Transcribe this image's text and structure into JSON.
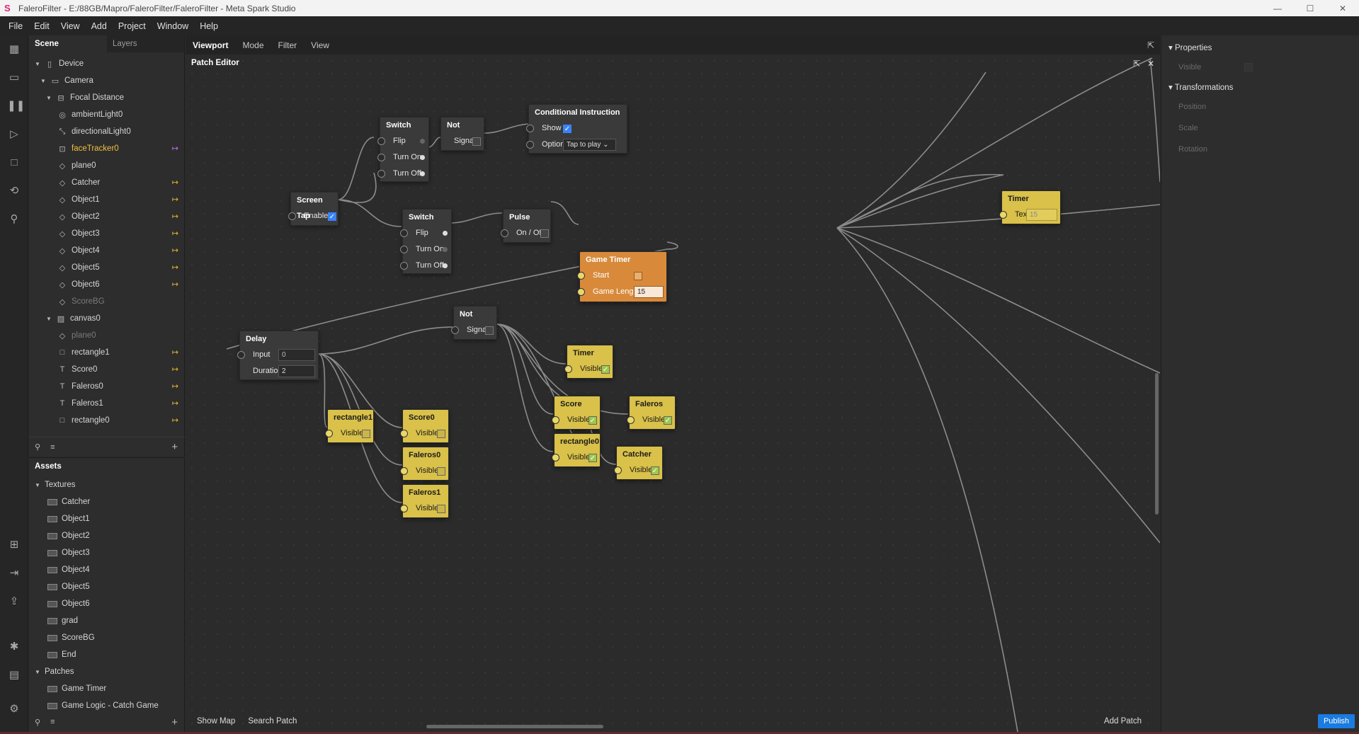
{
  "window": {
    "title": "FaleroFilter - E:/88GB/Mapro/FaleroFilter/FaleroFilter - Meta Spark Studio",
    "minimize": "—",
    "maximize": "☐",
    "close": "✕"
  },
  "menu": [
    "File",
    "Edit",
    "View",
    "Add",
    "Project",
    "Window",
    "Help"
  ],
  "scene": {
    "tab_scene": "Scene",
    "tab_layers": "Layers",
    "tree": [
      {
        "label": "Device",
        "level": 0,
        "expanded": true,
        "icon": "device"
      },
      {
        "label": "Camera",
        "level": 1,
        "expanded": true,
        "icon": "camera"
      },
      {
        "label": "Focal Distance",
        "level": 2,
        "expanded": true,
        "icon": "focal"
      },
      {
        "label": "ambientLight0",
        "level": 3,
        "icon": "light"
      },
      {
        "label": "directionalLight0",
        "level": 3,
        "icon": "dirlight"
      },
      {
        "label": "faceTracker0",
        "level": 3,
        "icon": "face",
        "highlight": true,
        "link": "purple"
      },
      {
        "label": "plane0",
        "level": 3,
        "icon": "plane"
      },
      {
        "label": "Catcher",
        "level": 3,
        "icon": "plane",
        "link": "yellow"
      },
      {
        "label": "Object1",
        "level": 3,
        "icon": "plane",
        "link": "yellow"
      },
      {
        "label": "Object2",
        "level": 3,
        "icon": "plane",
        "link": "yellow"
      },
      {
        "label": "Object3",
        "level": 3,
        "icon": "plane",
        "link": "yellow"
      },
      {
        "label": "Object4",
        "level": 3,
        "icon": "plane",
        "link": "yellow"
      },
      {
        "label": "Object5",
        "level": 3,
        "icon": "plane",
        "link": "yellow"
      },
      {
        "label": "Object6",
        "level": 3,
        "icon": "plane",
        "link": "yellow"
      },
      {
        "label": "ScoreBG",
        "level": 3,
        "icon": "plane",
        "dim": true
      },
      {
        "label": "canvas0",
        "level": 2,
        "expanded": true,
        "icon": "canvas"
      },
      {
        "label": "plane0",
        "level": 3,
        "icon": "plane",
        "dim": true
      },
      {
        "label": "rectangle1",
        "level": 3,
        "icon": "rect",
        "link": "yellow"
      },
      {
        "label": "Score0",
        "level": 3,
        "icon": "text",
        "link": "yellow"
      },
      {
        "label": "Faleros0",
        "level": 3,
        "icon": "text",
        "link": "yellow"
      },
      {
        "label": "Faleros1",
        "level": 3,
        "icon": "text",
        "link": "yellow"
      },
      {
        "label": "rectangle0",
        "level": 3,
        "icon": "rect",
        "link": "yellow"
      }
    ]
  },
  "assets": {
    "title": "Assets",
    "textures_label": "Textures",
    "textures": [
      "Catcher",
      "Object1",
      "Object2",
      "Object3",
      "Object4",
      "Object5",
      "Object6",
      "grad",
      "ScoreBG",
      "End"
    ],
    "patches_label": "Patches",
    "patches": [
      "Game Timer",
      "Game Logic - Catch Game"
    ]
  },
  "viewport": {
    "tabs": [
      "Viewport",
      "Mode",
      "Filter",
      "View"
    ]
  },
  "patch_editor": {
    "title": "Patch Editor",
    "show_map": "Show Map",
    "search_patch": "Search Patch",
    "add_patch": "Add Patch",
    "nodes": {
      "switch1": {
        "title": "Switch",
        "rows": [
          "Flip",
          "Turn On",
          "Turn Off"
        ]
      },
      "not1": {
        "title": "Not",
        "rows": [
          "Signal"
        ]
      },
      "cond": {
        "title": "Conditional Instruction",
        "rows": [
          "Show",
          "Option"
        ],
        "option_value": "Tap to play"
      },
      "screentap": {
        "title": "Screen Tap",
        "rows": [
          "Enabled"
        ]
      },
      "switch2": {
        "title": "Switch",
        "rows": [
          "Flip",
          "Turn On",
          "Turn Off"
        ]
      },
      "pulse": {
        "title": "Pulse",
        "rows": [
          "On / Off"
        ]
      },
      "gametimer": {
        "title": "Game Timer",
        "rows": [
          "Start",
          "Game Length"
        ],
        "game_length": "15"
      },
      "timer_text": {
        "title": "Timer",
        "rows": [
          "Text"
        ],
        "text_value": "15"
      },
      "not2": {
        "title": "Not",
        "rows": [
          "Signal"
        ]
      },
      "delay": {
        "title": "Delay",
        "rows": [
          "Input",
          "Duration"
        ],
        "input_value": "0",
        "duration_value": "2"
      },
      "timer_vis": {
        "title": "Timer",
        "rows": [
          "Visible"
        ]
      },
      "score": {
        "title": "Score",
        "rows": [
          "Visible"
        ]
      },
      "faleros": {
        "title": "Faleros",
        "rows": [
          "Visible"
        ]
      },
      "rectangle0": {
        "title": "rectangle0",
        "rows": [
          "Visible"
        ]
      },
      "catcher": {
        "title": "Catcher",
        "rows": [
          "Visible"
        ]
      },
      "rectangle1": {
        "title": "rectangle1",
        "rows": [
          "Visible"
        ]
      },
      "score0": {
        "title": "Score0",
        "rows": [
          "Visible"
        ]
      },
      "faleros0": {
        "title": "Faleros0",
        "rows": [
          "Visible"
        ]
      },
      "faleros1": {
        "title": "Faleros1",
        "rows": [
          "Visible"
        ]
      }
    }
  },
  "properties": {
    "title": "Properties",
    "visible": "Visible",
    "transformations": "Transformations",
    "position": "Position",
    "scale": "Scale",
    "rotation": "Rotation"
  },
  "publish": "Publish",
  "colors": {
    "accent": "#1a7be0",
    "node_yellow": "#d9c14a",
    "node_orange": "#d88a3a",
    "highlight": "#f0c040"
  }
}
